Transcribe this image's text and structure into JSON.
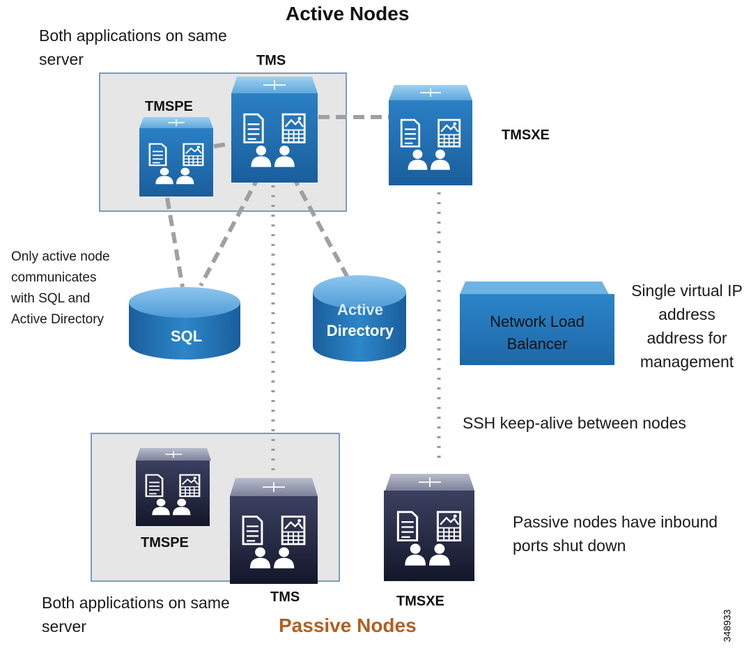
{
  "titles": {
    "active": "Active Nodes",
    "passive": "Passive Nodes"
  },
  "colors": {
    "passive_title": "#b25f1e",
    "active_cube": "#1f6fb0",
    "passive_cube": "#2a2f45",
    "dashed_link": "#a0a0a0",
    "dotted_link": "#9a9a9a",
    "server_box": "#e6e6e6"
  },
  "annotations": {
    "both_apps_top": "Both applications on same server",
    "both_apps_bottom": "Both applications on same server",
    "only_active": "Only active node communicates with SQL and Active Directory",
    "single_vip": "Single virtual IP address address for management",
    "ssh_keepalive": "SSH keep-alive between nodes",
    "passive_ports": "Passive nodes have inbound ports shut down",
    "figure_id": "348933"
  },
  "nodes": {
    "active_tms": "TMS",
    "active_tmspe": "TMSPE",
    "active_tmsxe": "TMSXE",
    "passive_tmspe": "TMSPE",
    "passive_tms": "TMS",
    "passive_tmsxe": "TMSXE"
  },
  "databases": {
    "sql": "SQL",
    "ad_line1": "Active",
    "ad_line2": "Directory"
  },
  "nlb": {
    "line1": "Network Load",
    "line2": "Balancer"
  },
  "icons": [
    "document-icon",
    "calendar-icon",
    "users-icon",
    "router-arrows-icon",
    "database-icon"
  ]
}
